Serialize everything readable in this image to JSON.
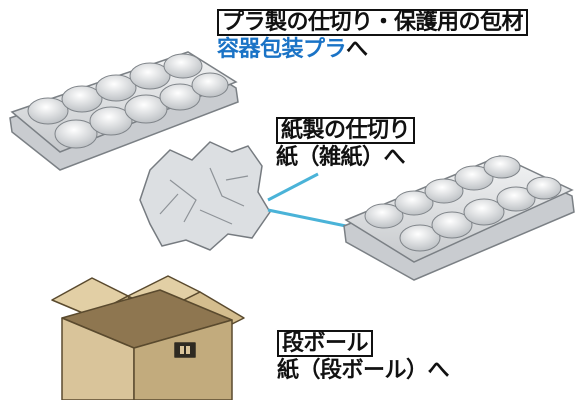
{
  "labels": {
    "plastic": {
      "title": "プラ製の仕切り・保護用の包材",
      "dest_accent": "容器包装プラ",
      "dest_suffix": "へ"
    },
    "paper": {
      "title": "紙製の仕切り",
      "dest": "紙（雑紙）へ"
    },
    "cardboard": {
      "title": "段ボール",
      "dest": "紙（段ボール）へ"
    }
  },
  "colors": {
    "accent": "#1a73c6",
    "text": "#111111",
    "connector": "#4ab3d8",
    "tray_fill": "#e6e8ea",
    "tray_shade": "#bfc3c7",
    "box_fill": "#d9c49a",
    "box_shade": "#b79f72"
  }
}
